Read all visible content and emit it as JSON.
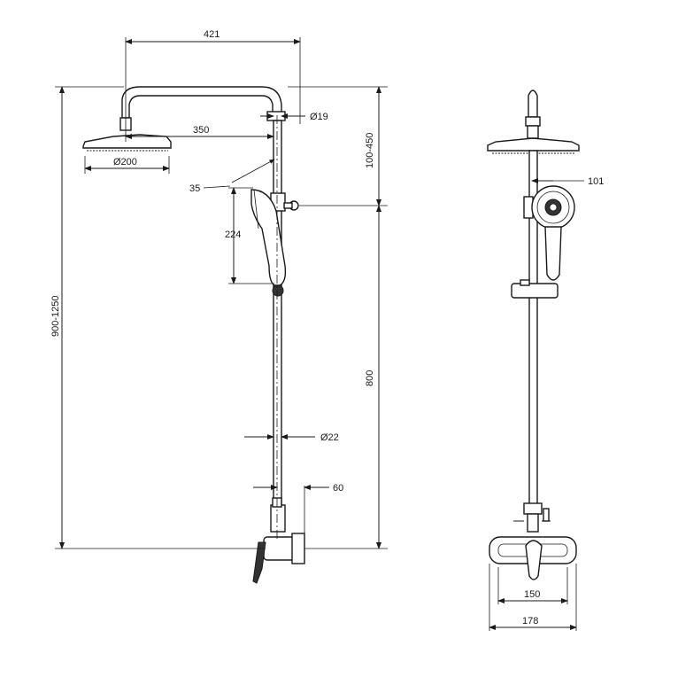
{
  "labels": {
    "overall_width": "421",
    "arm_reach": "350",
    "head_diameter": "Ø200",
    "pipe_top_diameter": "Ø19",
    "height_adjust": "100-450",
    "handle_angle": "35",
    "handle_length": "224",
    "total_height": "900-1250",
    "bar_height": "800",
    "pipe_diameter": "Ø22",
    "outlet_offset": "60",
    "handshower_offset": "101",
    "mixer_inner_width": "150",
    "mixer_outer_width": "178"
  }
}
